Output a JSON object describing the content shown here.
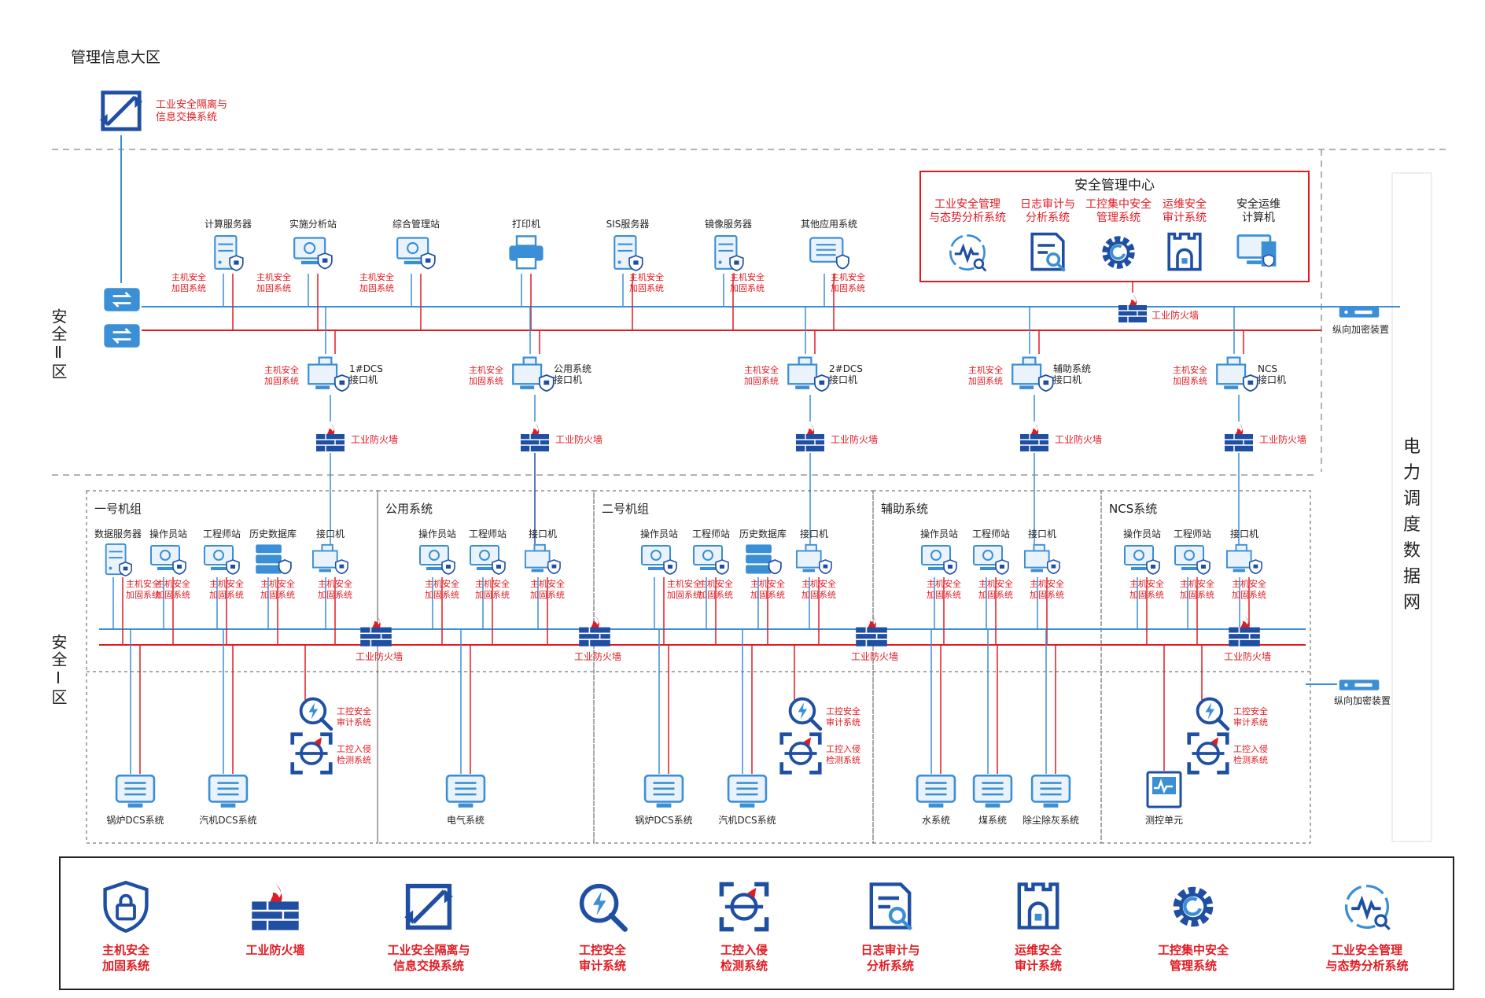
{
  "header": {
    "mgmt_zone": "管理信息大区"
  },
  "zones": {
    "zone2": "安全Ⅱ区",
    "zone1": "安全Ⅰ区",
    "dispatch": "电力调度数据网"
  },
  "isolation": {
    "label": "工业安全隔离与\n信息交换系统"
  },
  "smc": {
    "title": "安全管理中心",
    "items": [
      {
        "label": "工业安全管理\n与态势分析系统",
        "icon": "situation-analysis-icon"
      },
      {
        "label": "日志审计与\n分析系统",
        "icon": "log-audit-icon"
      },
      {
        "label": "工控集中安全\n管理系统",
        "icon": "central-management-icon"
      },
      {
        "label": "运维安全\n审计系统",
        "icon": "ops-audit-icon"
      },
      {
        "label": "安全运维\n计算机",
        "icon": "ops-computer-icon"
      }
    ]
  },
  "common": {
    "host_hardening": "主机安全\n加固系统",
    "firewall": "工业防火墙",
    "encryptor": "纵向加密装置",
    "ics_audit": "工控安全\n审计系统",
    "ics_ids": "工控入侵\n检测系统"
  },
  "zone2_devices": [
    {
      "label": "计算服务器",
      "icon": "server-icon"
    },
    {
      "label": "实施分析站",
      "icon": "workstation-icon"
    },
    {
      "label": "综合管理站",
      "icon": "workstation-icon"
    },
    {
      "label": "打印机",
      "icon": "printer-icon"
    },
    {
      "label": "SIS服务器",
      "icon": "server-icon"
    },
    {
      "label": "镜像服务器",
      "icon": "server-icon"
    },
    {
      "label": "其他应用系统",
      "icon": "app-system-icon"
    }
  ],
  "interfaces": [
    {
      "label": "1#DCS\n接口机"
    },
    {
      "label": "公用系统\n接口机"
    },
    {
      "label": "2#DCS\n接口机"
    },
    {
      "label": "辅助系统\n接口机"
    },
    {
      "label": "NCS\n接口机"
    }
  ],
  "units": [
    {
      "title": "一号机组",
      "devices": [
        "数据服务器",
        "操作员站",
        "工程师站",
        "历史数据库",
        "接口机"
      ]
    },
    {
      "title": "公用系统",
      "devices": [
        "操作员站",
        "工程师站",
        "接口机"
      ]
    },
    {
      "title": "二号机组",
      "devices": [
        "操作员站",
        "工程师站",
        "历史数据库",
        "接口机"
      ]
    },
    {
      "title": "辅助系统",
      "devices": [
        "操作员站",
        "工程师站",
        "接口机"
      ]
    },
    {
      "title": "NCS系统",
      "devices": [
        "操作员站",
        "工程师站",
        "接口机"
      ]
    }
  ],
  "field_systems": [
    "锅炉DCS系统",
    "汽机DCS系统",
    "电气系统",
    "锅炉DCS系统",
    "汽机DCS系统",
    "水系统",
    "煤系统",
    "除尘除灰系统",
    "测控单元"
  ],
  "legend": [
    {
      "label": "主机安全\n加固系统",
      "icon": "lock-shield-icon"
    },
    {
      "label": "工业防火墙",
      "icon": "firewall-icon"
    },
    {
      "label": "工业安全隔离与\n信息交换系统",
      "icon": "isolation-icon"
    },
    {
      "label": "工控安全\n审计系统",
      "icon": "audit-search-icon"
    },
    {
      "label": "工控入侵\n检测系统",
      "icon": "intrusion-detect-icon"
    },
    {
      "label": "日志审计与\n分析系统",
      "icon": "log-audit-icon"
    },
    {
      "label": "运维安全\n审计系统",
      "icon": "ops-audit-icon"
    },
    {
      "label": "工控集中安全\n管理系统",
      "icon": "central-management-icon"
    },
    {
      "label": "工业安全管理\n与态势分析系统",
      "icon": "situation-analysis-icon"
    }
  ],
  "colors": {
    "blue": "#1f4fa3",
    "light_blue": "#3b8fd6",
    "red": "#e11b22",
    "grey_dash": "#999999"
  }
}
